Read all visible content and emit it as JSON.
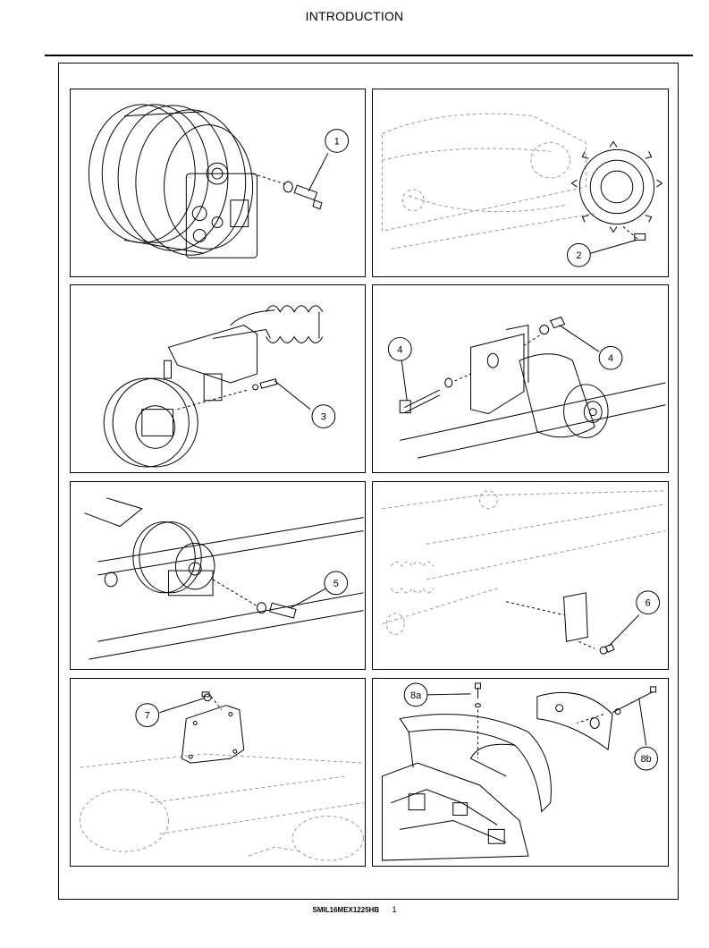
{
  "header": {
    "title": "INTRODUCTION"
  },
  "panels": [
    {
      "callouts": [
        "1"
      ]
    },
    {
      "callouts": [
        "2"
      ]
    },
    {
      "callouts": [
        "3"
      ]
    },
    {
      "callouts": [
        "4",
        "4"
      ]
    },
    {
      "callouts": [
        "5"
      ]
    },
    {
      "callouts": [
        "6"
      ]
    },
    {
      "callouts": [
        "7"
      ]
    },
    {
      "callouts": [
        "8a",
        "8b"
      ]
    }
  ],
  "footer": {
    "doc_code": "SMIL16MEX1225HB",
    "page_number": "1"
  }
}
